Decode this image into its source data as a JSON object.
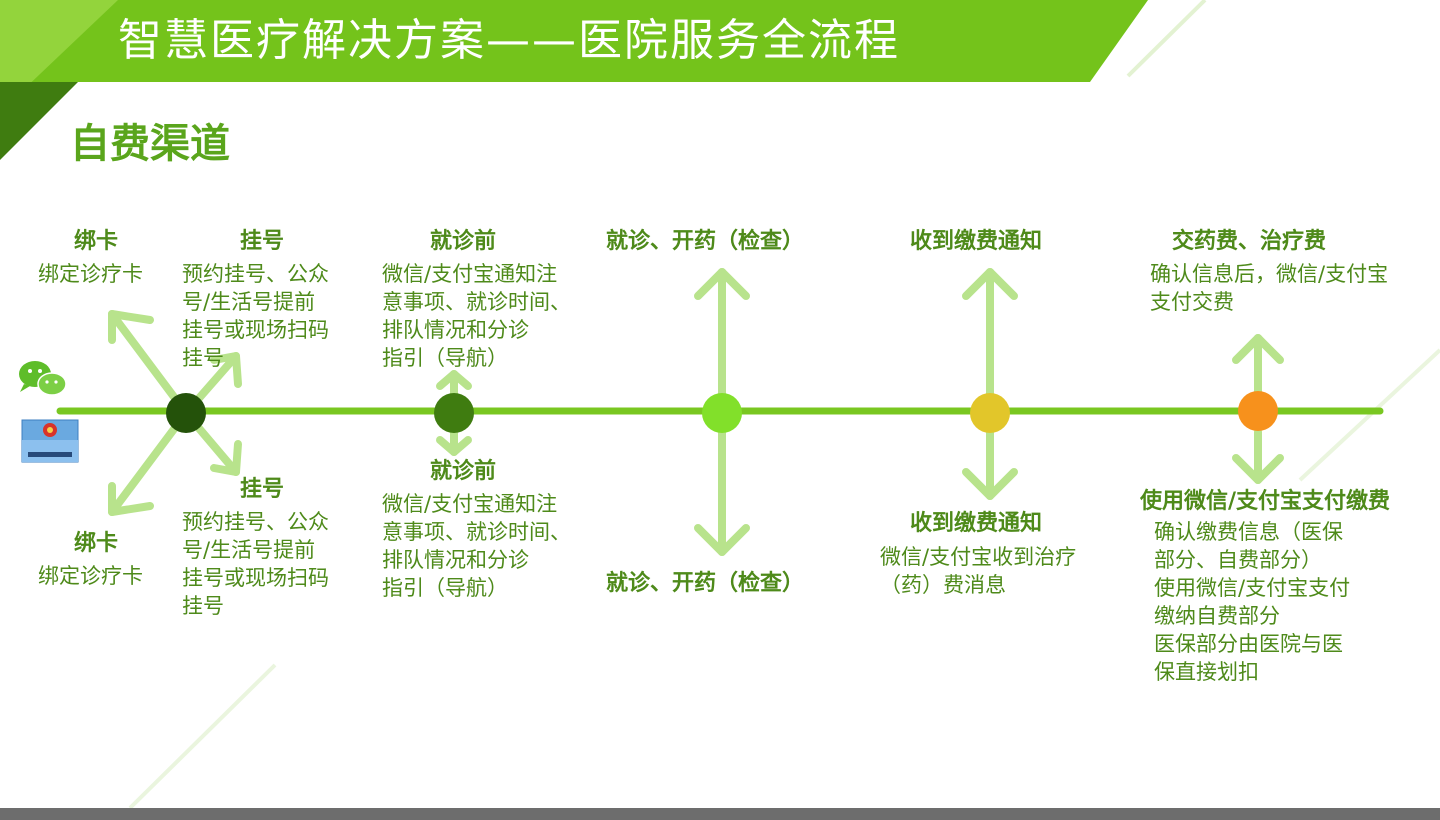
{
  "header": {
    "title": "智慧医疗解决方案——医院服务全流程"
  },
  "section": {
    "title": "自费渠道"
  },
  "icons": {
    "wechat": "wechat-logo-icon",
    "insurance_card": "social-security-card-icon"
  },
  "colors": {
    "header_green": "#74c31b",
    "dark_green": "#3f7c10",
    "timeline": "#79c721",
    "arrow": "#b8e38c",
    "node1": "#24520a",
    "node2": "#3f7c10",
    "node3": "#82e02a",
    "node4": "#e2c62a",
    "node5": "#f7911c"
  },
  "steps": {
    "bind_top": {
      "label": "绑卡",
      "desc": [
        "绑定诊疗卡"
      ]
    },
    "bind_bottom": {
      "label": "绑卡",
      "desc": [
        "绑定诊疗卡"
      ]
    },
    "register_top": {
      "label": "挂号",
      "desc": [
        "预约挂号、公众",
        "号/生活号提前",
        "挂号或现场扫码",
        "挂号"
      ]
    },
    "register_bottom": {
      "label": "挂号",
      "desc": [
        "预约挂号、公众",
        "号/生活号提前",
        "挂号或现场扫码",
        "挂号"
      ]
    },
    "pre_visit_top": {
      "label": "就诊前",
      "desc": [
        "微信/支付宝通知注",
        "意事项、就诊时间、",
        "排队情况和分诊",
        "指引（导航）"
      ]
    },
    "pre_visit_bottom": {
      "label": "就诊前",
      "desc": [
        "微信/支付宝通知注",
        "意事项、就诊时间、",
        "排队情况和分诊",
        "指引（导航）"
      ]
    },
    "visit_top": {
      "label": "就诊、开药（检查）"
    },
    "visit_bottom": {
      "label": "就诊、开药（检查）"
    },
    "notice_top": {
      "label": "收到缴费通知"
    },
    "notice_bottom": {
      "label": "收到缴费通知",
      "desc": [
        "微信/支付宝收到治疗",
        "（药）费消息"
      ]
    },
    "pay_top": {
      "label": "交药费、治疗费",
      "desc": [
        "确认信息后，微信/支付宝",
        "支付交费"
      ]
    },
    "pay_bottom": {
      "label": "使用微信/支付宝支付缴费",
      "desc": [
        "确认缴费信息（医保",
        "部分、自费部分）",
        "使用微信/支付宝支付",
        "缴纳自费部分",
        "医保部分由医院与医",
        "保直接划扣"
      ]
    }
  }
}
